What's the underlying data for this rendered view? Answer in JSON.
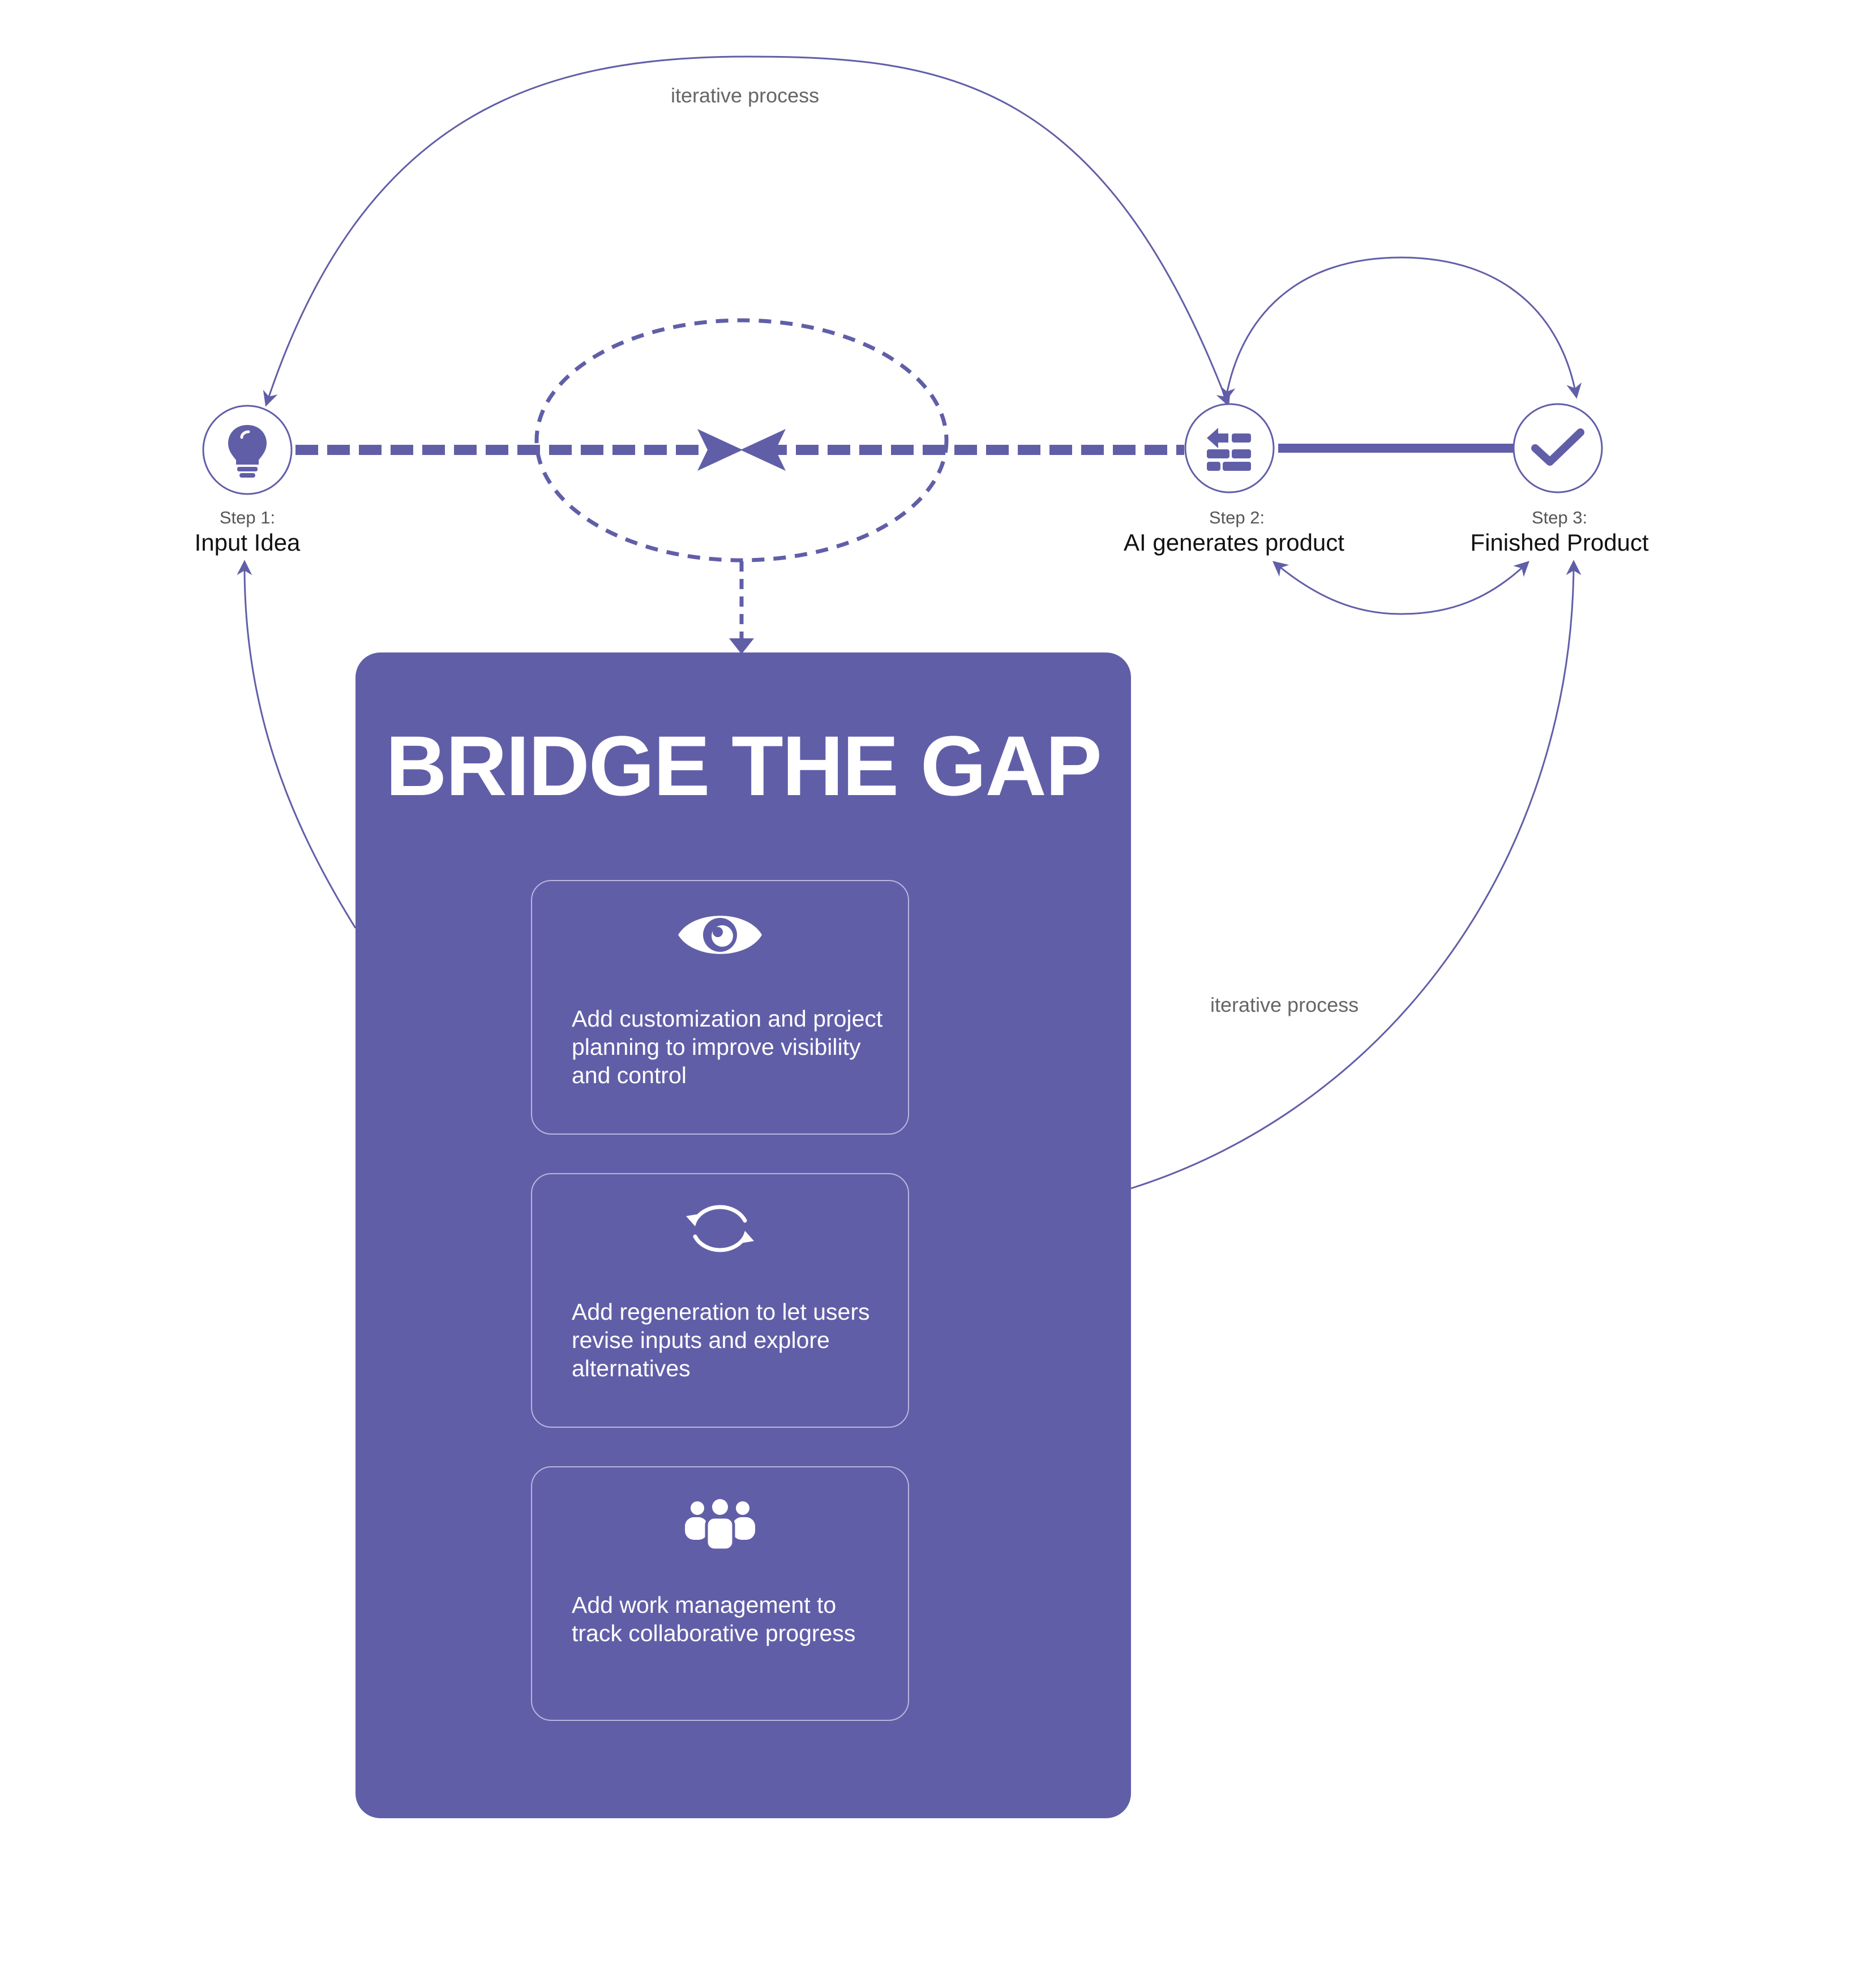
{
  "diagram": {
    "steps": [
      {
        "label": "Step 1:",
        "title": "Input Idea",
        "icon": "lightbulb-icon"
      },
      {
        "label": "Step 2:",
        "title": "AI generates product",
        "icon": "ai-build-icon"
      },
      {
        "label": "Step 3:",
        "title": "Finished Product",
        "icon": "checkmark-icon"
      }
    ],
    "loops": [
      {
        "label": "iterative process"
      },
      {
        "label": "iterative process"
      }
    ]
  },
  "panel": {
    "title": "BRIDGE THE GAP",
    "cards": [
      {
        "icon": "eye-icon",
        "text": "Add customization and project planning to improve visibility and control"
      },
      {
        "icon": "refresh-icon",
        "text": "Add regeneration to let users revise inputs and explore alternatives"
      },
      {
        "icon": "team-icon",
        "text": "Add work management to track collaborative progress"
      }
    ]
  },
  "colors": {
    "accent": "#615ea8",
    "card_border": "#b9b6df",
    "background": "#ffffff"
  }
}
